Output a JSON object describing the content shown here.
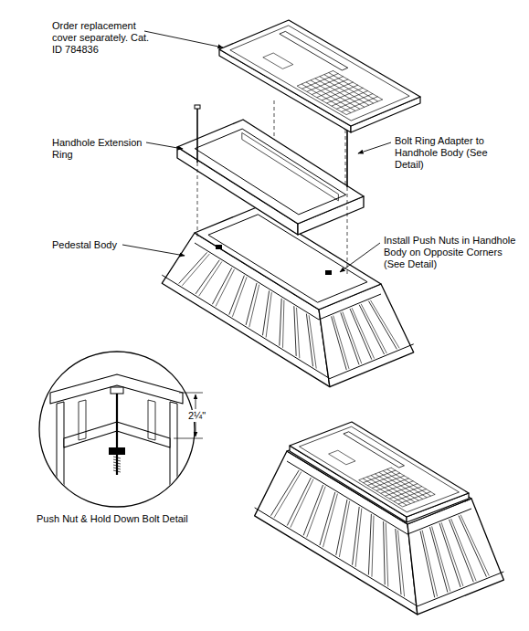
{
  "diagram": {
    "labels": [
      "Order replacement cover separately. Cat. ID 784836",
      "Handhole Extension Ring",
      "Bolt Ring Adapter to Handhole Body (See Detail)",
      "Pedestal Body",
      "Install Push Nuts in Handhole Body on Opposite Corners (See Detail)",
      "2¼\"",
      "Push Nut & Hold Down Bolt Detail"
    ]
  }
}
